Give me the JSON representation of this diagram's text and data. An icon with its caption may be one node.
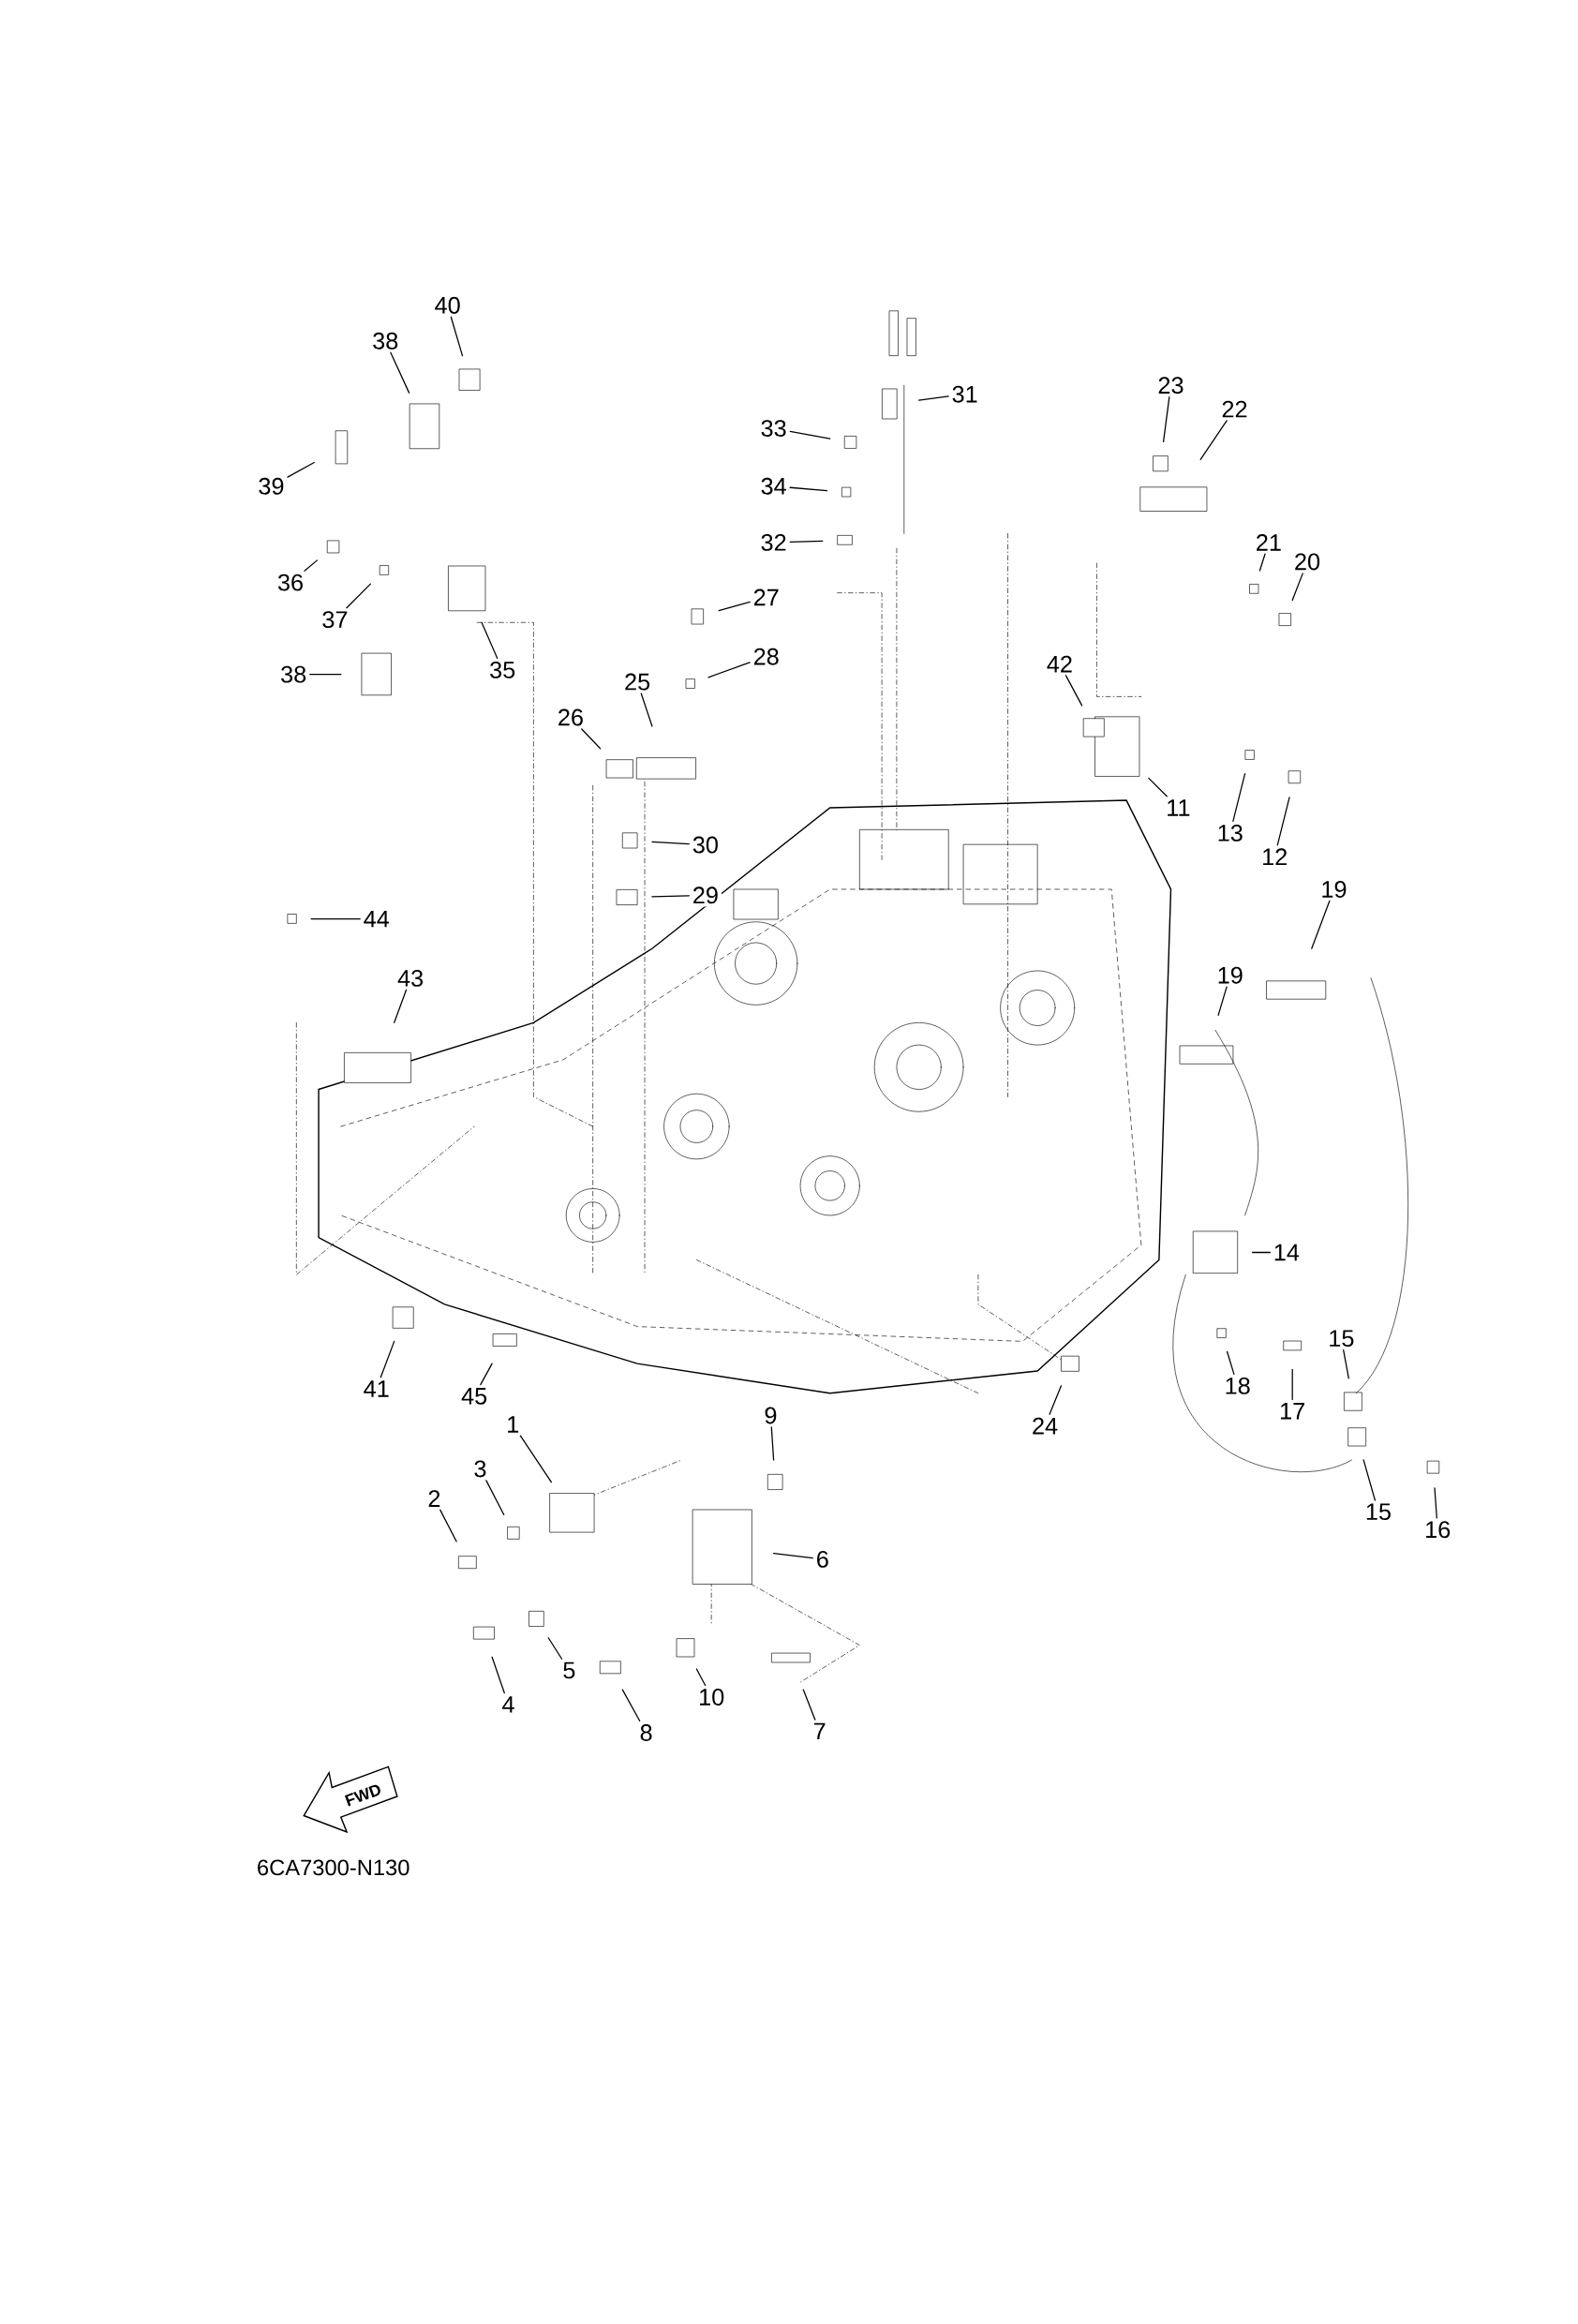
{
  "diagram": {
    "nodes": [
      {
        "text": [
          "1"
        ]
      },
      {
        "text": [
          "2"
        ]
      },
      {
        "text": [
          "3"
        ]
      },
      {
        "text": [
          "4"
        ]
      },
      {
        "text": [
          "5"
        ]
      },
      {
        "text": [
          "6"
        ]
      },
      {
        "text": [
          "7"
        ]
      },
      {
        "text": [
          "8"
        ]
      },
      {
        "text": [
          "9"
        ]
      },
      {
        "text": [
          "10"
        ]
      },
      {
        "text": [
          "11"
        ]
      },
      {
        "text": [
          "12"
        ]
      },
      {
        "text": [
          "13"
        ]
      },
      {
        "text": [
          "14"
        ]
      },
      {
        "text": [
          "15"
        ]
      },
      {
        "text": [
          "15"
        ]
      },
      {
        "text": [
          "16"
        ]
      },
      {
        "text": [
          "17"
        ]
      },
      {
        "text": [
          "18"
        ]
      },
      {
        "text": [
          "19"
        ]
      },
      {
        "text": [
          "19"
        ]
      },
      {
        "text": [
          "20"
        ]
      },
      {
        "text": [
          "21"
        ]
      },
      {
        "text": [
          "22"
        ]
      },
      {
        "text": [
          "23"
        ]
      },
      {
        "text": [
          "24"
        ]
      },
      {
        "text": [
          "25"
        ]
      },
      {
        "text": [
          "26"
        ]
      },
      {
        "text": [
          "27"
        ]
      },
      {
        "text": [
          "28"
        ]
      },
      {
        "text": [
          "29"
        ]
      },
      {
        "text": [
          "30"
        ]
      },
      {
        "text": [
          "31"
        ]
      },
      {
        "text": [
          "32"
        ]
      },
      {
        "text": [
          "33"
        ]
      },
      {
        "text": [
          "34"
        ]
      },
      {
        "text": [
          "35"
        ]
      },
      {
        "text": [
          "36"
        ]
      },
      {
        "text": [
          "37"
        ]
      },
      {
        "text": [
          "38"
        ]
      },
      {
        "text": [
          "38"
        ]
      },
      {
        "text": [
          "39"
        ]
      },
      {
        "text": [
          "40"
        ]
      },
      {
        "text": [
          "41"
        ]
      },
      {
        "text": [
          "42"
        ]
      },
      {
        "text": [
          "43"
        ]
      },
      {
        "text": [
          "44"
        ]
      },
      {
        "text": [
          "45"
        ]
      }
    ],
    "edges": [
      {
        "from": 0,
        "to": null,
        "arrow": "none"
      },
      {
        "from": 1,
        "to": null,
        "arrow": "none"
      },
      {
        "from": 2,
        "to": null,
        "arrow": "none"
      },
      {
        "from": 3,
        "to": null,
        "arrow": "none"
      },
      {
        "from": 4,
        "to": null,
        "arrow": "none"
      },
      {
        "from": 5,
        "to": null,
        "arrow": "none"
      },
      {
        "from": 6,
        "to": null,
        "arrow": "none"
      },
      {
        "from": 7,
        "to": null,
        "arrow": "none"
      },
      {
        "from": 8,
        "to": null,
        "arrow": "none"
      },
      {
        "from": 9,
        "to": null,
        "arrow": "none"
      },
      {
        "from": 10,
        "to": null,
        "arrow": "none"
      },
      {
        "from": 11,
        "to": null,
        "arrow": "none"
      },
      {
        "from": 12,
        "to": null,
        "arrow": "none"
      },
      {
        "from": 13,
        "to": null,
        "arrow": "none"
      },
      {
        "from": 14,
        "to": null,
        "arrow": "none"
      },
      {
        "from": 15,
        "to": null,
        "arrow": "none"
      },
      {
        "from": 16,
        "to": null,
        "arrow": "none"
      },
      {
        "from": 17,
        "to": null,
        "arrow": "none"
      },
      {
        "from": 18,
        "to": null,
        "arrow": "none"
      },
      {
        "from": 19,
        "to": null,
        "arrow": "none"
      },
      {
        "from": 20,
        "to": null,
        "arrow": "none"
      },
      {
        "from": 21,
        "to": null,
        "arrow": "none"
      },
      {
        "from": 22,
        "to": null,
        "arrow": "none"
      },
      {
        "from": 23,
        "to": null,
        "arrow": "none"
      },
      {
        "from": 24,
        "to": null,
        "arrow": "none"
      },
      {
        "from": 25,
        "to": null,
        "arrow": "none"
      },
      {
        "from": 26,
        "to": null,
        "arrow": "none"
      },
      {
        "from": 27,
        "to": null,
        "arrow": "none"
      },
      {
        "from": 28,
        "to": null,
        "arrow": "none"
      },
      {
        "from": 29,
        "to": null,
        "arrow": "none"
      },
      {
        "from": 30,
        "to": null,
        "arrow": "none"
      },
      {
        "from": 31,
        "to": null,
        "arrow": "none"
      },
      {
        "from": 32,
        "to": null,
        "arrow": "none"
      },
      {
        "from": 33,
        "to": null,
        "arrow": "none"
      },
      {
        "from": 34,
        "to": null,
        "arrow": "none"
      },
      {
        "from": 35,
        "to": null,
        "arrow": "none"
      },
      {
        "from": 36,
        "to": null,
        "arrow": "none"
      },
      {
        "from": 37,
        "to": null,
        "arrow": "none"
      },
      {
        "from": 38,
        "to": null,
        "arrow": "none"
      },
      {
        "from": 39,
        "to": null,
        "arrow": "none"
      },
      {
        "from": 40,
        "to": null,
        "arrow": "none"
      },
      {
        "from": 41,
        "to": null,
        "arrow": "none"
      },
      {
        "from": 42,
        "to": null,
        "arrow": "none"
      },
      {
        "from": 43,
        "to": null,
        "arrow": "none"
      },
      {
        "from": 44,
        "to": null,
        "arrow": "none"
      },
      {
        "from": 45,
        "to": null,
        "arrow": "none"
      },
      {
        "from": 46,
        "to": null,
        "arrow": "none"
      },
      {
        "from": 47,
        "to": null,
        "arrow": "none"
      }
    ],
    "labels": [
      "FWD",
      "6CA7300-N130"
    ]
  }
}
